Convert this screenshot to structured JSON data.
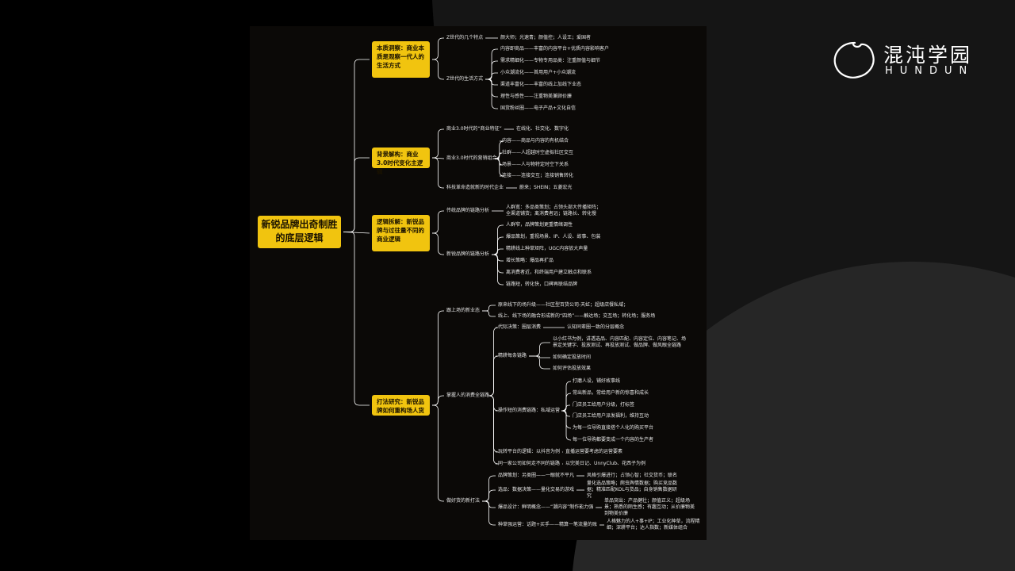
{
  "brand": {
    "name_cn": "混沌学园",
    "name_en": "HUNDUN"
  },
  "colors": {
    "node_fill": "#f1c40f",
    "background": "#000000",
    "line": "#ffffff"
  },
  "mindmap": {
    "root": "新锐品牌出奇制胜的底层逻辑",
    "branches": [
      {
        "title": "本质洞察：商业本质是观察一代人的生活方式",
        "children": [
          {
            "label": "Z世代的几个特点",
            "items": [
              "颜大师；光速青；颜值控；人设王；爱国者"
            ]
          },
          {
            "label": "Z世代的生活方式",
            "items": [
              "内容即商品——丰富的内容平台+优质内容影响客户",
              "需求精细化——专物专用品类：注重颜值与细节",
              "小众潮流化——首用用户+小众潮流",
              "渠道丰富化——丰富的线上加线下业态",
              "理性与感性——注重物美兼顾价廉",
              "国货粉丝圈——电子产品+文化自信"
            ]
          }
        ]
      },
      {
        "title": "背景解构：商业3.0时代变化主逻辑",
        "children": [
          {
            "label": "商业3.0时代的“商业特征”",
            "items": [
              "在线化、社交化、数字化"
            ]
          },
          {
            "label": "商业3.0时代的营销组合",
            "items": [
              "内容——商品与内容的有机结合",
              "社群——人超越时空虚拟社区交互",
              "场景——人与物特定时空下关系",
              "连接——连接交互；连接销售转化"
            ]
          },
          {
            "label": "科技革命造就新的时代企业",
            "items": [
              "蔚来；SHEIN；五菱宏光"
            ]
          }
        ]
      },
      {
        "title": "逻辑拆解：新锐品牌与过往量不同的商业逻辑",
        "children": [
          {
            "label": "传统品牌的链路分析",
            "items": [
              "人群宽：多品类策划；占领头部大传播矩阵；全渠道铺货；离消费者远；链路长、转化慢"
            ]
          },
          {
            "label": "新锐品牌的链路分析",
            "items": [
              "人群窄，品牌策划更重情绪调性",
              "爆品策划，重视场景、IP、人设、故事、包装",
              "精耕线上种草矩阵，UGC内容放大声量",
              "增长策略：爆品再扩品",
              "离消费者近，和终端用户建立触点和联系",
              "链路短，转化快，口碑再联结品牌"
            ]
          }
        ]
      },
      {
        "title": "打法研究：新锐品牌如何重构场人货",
        "children": [
          {
            "label": "跟上场的新业态",
            "items": [
              "原来线下的场升级——社区型百货公司-天虹；超级店餐私域；",
              "线上、线下场的融合形成新的“四场”——触达场；交互场；转化场；服务场"
            ]
          },
          {
            "label": "掌握人的消费全链路",
            "subs": [
              {
                "label": "代际决策：圈层消费",
                "items": [
                  "认知同辈圈一致的分层概念"
                ]
              },
              {
                "label": "精耕每条链路",
                "items": [
                  "以小红书为例，讲透选品、内容匹配、内容定位、内容笔记、场景定关键字、投放测试、再投放测试、做品牌、做风眼全链路",
                  "如何确定投放时间",
                  "如何评估投放效果"
                ]
              },
              {
                "label": "操作短的消费链路：私域运营",
                "items": [
                  "打磨人设，铺好故事线",
                  "常出新品，常给用户新的惊喜和成长",
                  "门店员工给用户分级，打标签",
                  "门店员工给用户派发福利，维持互动",
                  "为每一位导购直接搭个人化的购买平台",
                  "每一位导购都要变成一个内容的生产者"
                ]
              },
              {
                "label": "玩转平台的逻辑：以抖音为例",
                "items": [
                  "直播运营要考虑的运营要素"
                ]
              },
              {
                "label": "同一家公司如何走不同的链路",
                "items": [
                  "以完美日记、UnnyClub、花西子为例"
                ]
              }
            ]
          },
          {
            "label": "做好货的新打法",
            "subs": [
              {
                "label": "品牌策划：另类圈——一眼就不平凡",
                "items": [
                  "风格引爆进行；占领心智；社交货币；联名"
                ]
              },
              {
                "label": "选品：数据决策——量化交易的游戏",
                "items": [
                  "量化选品策略；爬虫舆情数据；购买竞品数据；精准匹配KOL与货品；自身销售数据研究"
                ]
              },
              {
                "label": "爆品设计：鲜明概念——“潮内容”制作能力强",
                "items": [
                  "单品突出：产品健壮；颜值正义；超级场景；熟悉的陌生感；有趣互动；从价廉物美到物美价廉"
                ]
              },
              {
                "label": "种草强运营：话题+买手——精算一笔流量的账",
                "items": [
                  "人格魅力的人+事+IP；工业化种草，流程精细；深耕平台；达人指数；新媒体组合"
                ]
              }
            ]
          }
        ]
      }
    ]
  }
}
